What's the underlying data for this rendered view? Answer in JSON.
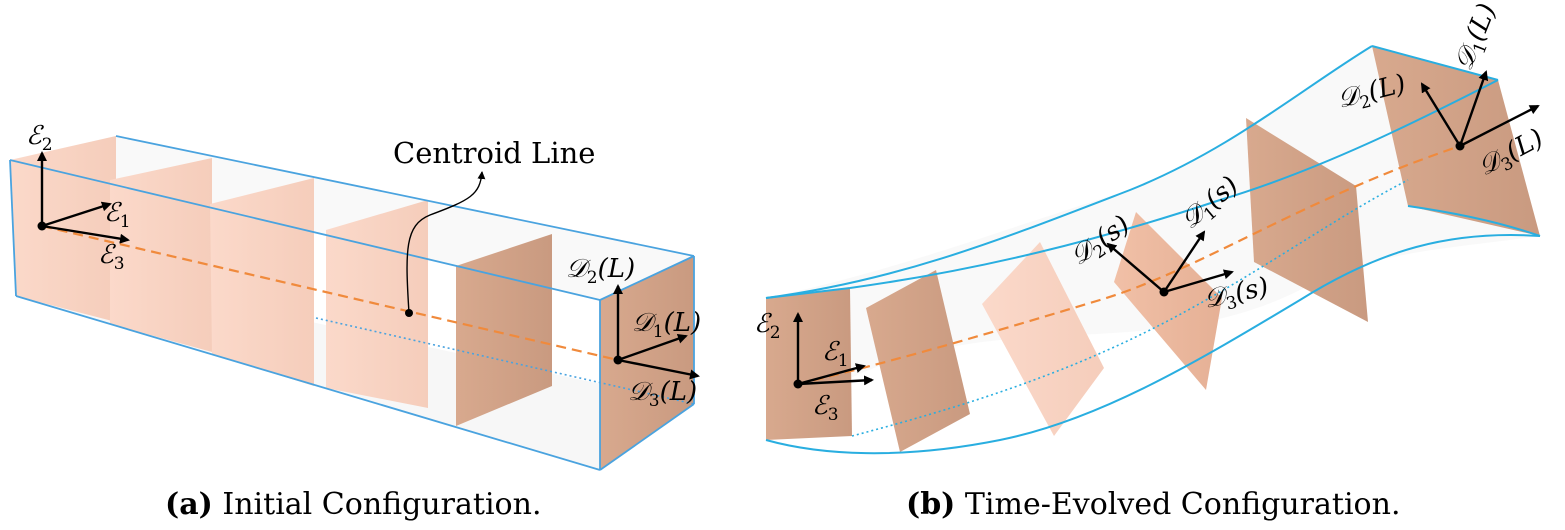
{
  "colors": {
    "edge": "#4aa3df",
    "centroid": "#f08a3c",
    "section_light": "#f9d3c3",
    "section_dark": "#d4a58a",
    "arrow": "#000000"
  },
  "panel_a": {
    "caption_label": "(a)",
    "caption_text": "Initial Configuration.",
    "annotation": "Centroid Line",
    "frame_E": {
      "symbol": "ℰ",
      "e1": "1",
      "e2": "2",
      "e3": "3"
    },
    "frame_D": {
      "symbol": "𝒟",
      "d1": "1",
      "d2": "2",
      "d3": "3",
      "arg": "(L)"
    }
  },
  "panel_b": {
    "caption_label": "(b)",
    "caption_text": "Time-Evolved Configuration.",
    "frame_E": {
      "symbol": "ℰ",
      "e1": "1",
      "e2": "2",
      "e3": "3"
    },
    "frame_Ds": {
      "symbol": "𝒟",
      "d1": "1",
      "d2": "2",
      "d3": "3",
      "arg": "(s)"
    },
    "frame_DL": {
      "symbol": "𝒟",
      "d1": "1",
      "d2": "2",
      "d3": "3",
      "arg": "(L)"
    }
  }
}
